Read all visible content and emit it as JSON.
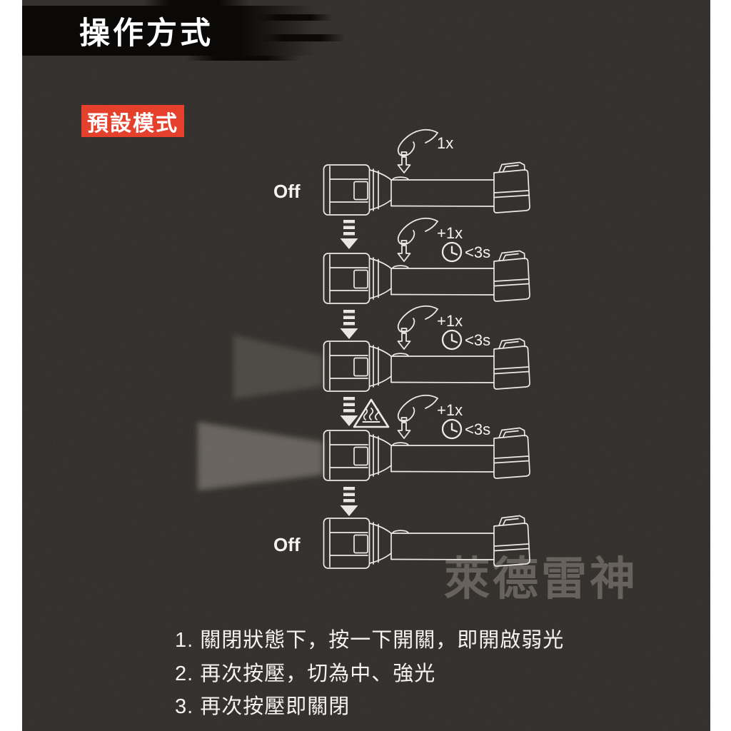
{
  "header": {
    "title": "操作方式"
  },
  "mode_badge": {
    "text": "預設模式",
    "bg_color": "#e5402b"
  },
  "colors": {
    "canvas_bg": "#2e2b28",
    "banner": "#0a0908",
    "line_art": "#eceae6",
    "text": "#f5f3f0",
    "beam": "#a39c94",
    "watermark_gray": "#99928a",
    "badge_red": "#e5402b"
  },
  "steps": [
    {
      "id": "step-1",
      "state_label": "Off",
      "press_label": "1x",
      "timer_label": "",
      "beam": "none",
      "warning": false
    },
    {
      "id": "step-2",
      "state_label": "",
      "press_label": "+1x",
      "timer_label": "<3s",
      "beam": "none",
      "warning": false
    },
    {
      "id": "step-3",
      "state_label": "",
      "press_label": "+1x",
      "timer_label": "<3s",
      "beam": "medium",
      "warning": false
    },
    {
      "id": "step-4",
      "state_label": "",
      "press_label": "+1x",
      "timer_label": "<3s",
      "beam": "strong",
      "warning": true
    },
    {
      "id": "step-5",
      "state_label": "Off",
      "press_label": "",
      "timer_label": "",
      "beam": "none",
      "warning": false
    }
  ],
  "watermark": {
    "text": "萊德雷神"
  },
  "instructions": {
    "items": [
      "1. 關閉狀態下，按一下開關，即開啟弱光",
      "2. 再次按壓，切為中、強光",
      "3. 再次按壓即關閉"
    ]
  }
}
